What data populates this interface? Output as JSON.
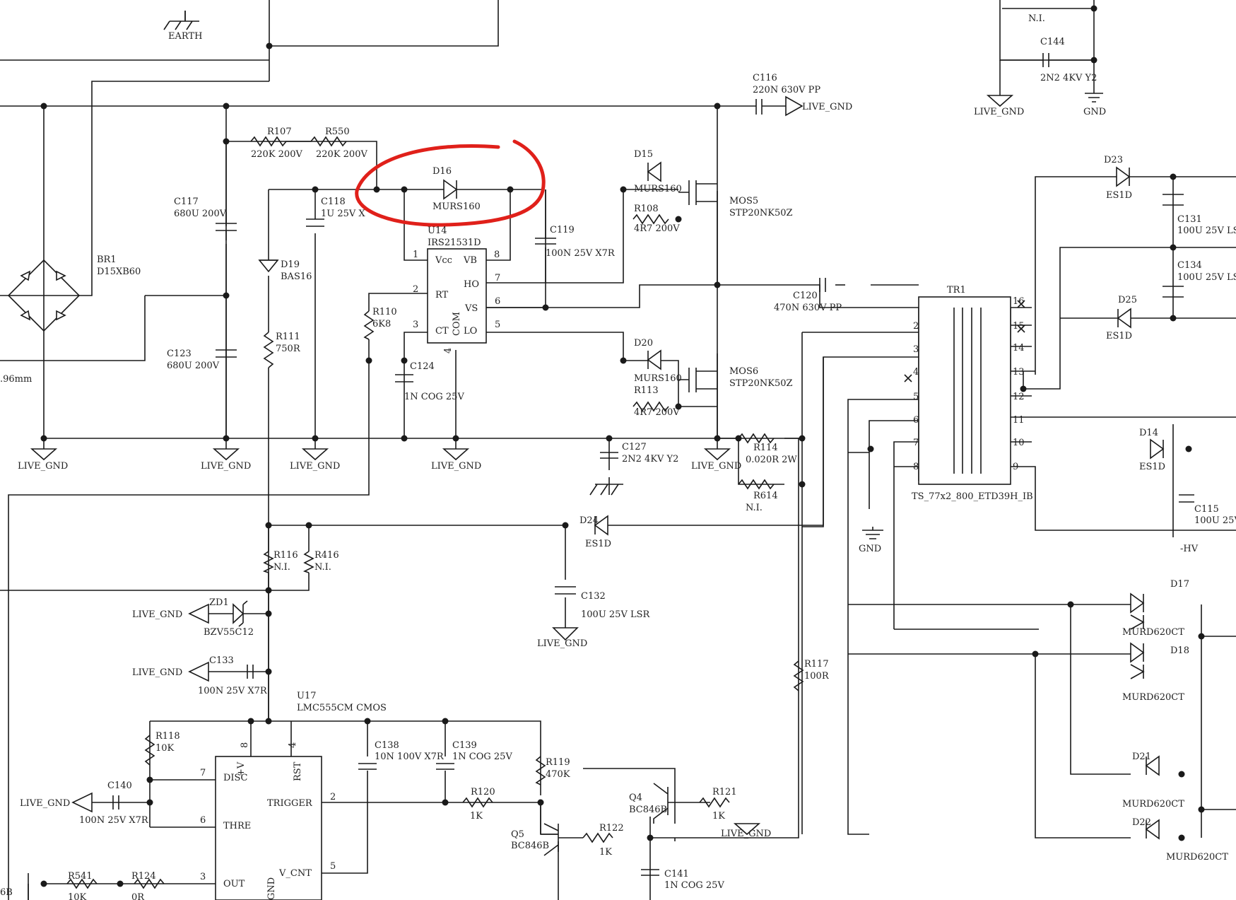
{
  "labels": {
    "earth": "EARTH",
    "ni_top": "N.I.",
    "c144": "C144",
    "c144_val": "2N2 4KV Y2",
    "live_gnd": "LIVE_GND",
    "gnd": "GND",
    "c116": "C116",
    "c116_val": "220N 630V PP",
    "r107": "R107",
    "r107_val": "220K 200V",
    "r550": "R550",
    "r550_val": "220K 200V",
    "d15": "D15",
    "d15_val": "MURS160",
    "r108": "R108",
    "r108_val": "4R7 200V",
    "mos5": "MOS5",
    "mos5_val": "STP20NK50Z",
    "d16": "D16",
    "d16_val": "MURS160",
    "c117": "C117",
    "c117_val": "680U 200V",
    "c118": "C118",
    "c118_val": "1U 25V X",
    "u14": "U14",
    "u14_val": "IRS21531D",
    "u14_vcc": "Vcc",
    "u14_vb": "VB",
    "u14_ho": "HO",
    "u14_rt": "RT",
    "u14_vs": "VS",
    "u14_ct": "CT",
    "u14_com": "COM",
    "u14_lo": "LO",
    "pin1": "1",
    "pin2": "2",
    "pin3": "3",
    "pin4": "4",
    "pin5": "5",
    "pin6": "6",
    "pin7": "7",
    "pin8": "8",
    "c119": "C119",
    "c119_val": "100N 25V X7R",
    "d23": "D23",
    "d23_val": "ES1D",
    "c131": "C131",
    "c131_val": "100U 25V LS",
    "c134": "C134",
    "c134_val": "100U 25V LS",
    "br1": "BR1",
    "br1_val": "D15XB60",
    "d19": "D19",
    "d19_val": "BAS16",
    "r110": "R110",
    "r110_val": "6K8",
    "c120": "C120",
    "c120_val": "470N 630V PP",
    "tr1": "TR1",
    "tr1_val": "TS_77x2_800_ETD39H_IB",
    "tr_p2": "2",
    "tr_p3": "3",
    "tr_p4": "4",
    "tr_p5": "5",
    "tr_p6": "6",
    "tr_p7": "7",
    "tr_p8": "8",
    "tr_s16": "16",
    "tr_s15": "15",
    "tr_s14": "14",
    "tr_s13": "13",
    "tr_s12": "12",
    "tr_s11": "11",
    "tr_s10": "10",
    "tr_s9": "9",
    "d25": "D25",
    "d25_val": "ES1D",
    "r111": "R111",
    "r111_val": "750R",
    "c123": "C123",
    "c123_val": "680U 200V",
    "dim_label": ".96mm",
    "c124": "C124",
    "c124_val": "1N COG 25V",
    "d20": "D20",
    "d20_val": "MURS160",
    "r113": "R113",
    "r113_val": "4R7 200V",
    "mos6": "MOS6",
    "mos6_val": "STP20NK50Z",
    "c127": "C127",
    "c127_val": "2N2 4KV Y2",
    "r114": "R114",
    "r114_val": "0.020R 2W",
    "r614": "R614",
    "r614_val": "N.I.",
    "d14": "D14",
    "d14_val": "ES1D",
    "c115": "C115",
    "c115_val": "100U 25V",
    "hv": "-HV",
    "d24": "D24",
    "d24_val": "ES1D",
    "r116": "R116",
    "r116_val": "N.I.",
    "r416": "R416",
    "r416_val": "N.I.",
    "c132": "C132",
    "c132_val": "100U 25V LSR",
    "d17": "D17",
    "d17_val": "MURD620CT",
    "zd1": "ZD1",
    "zd1_val": "BZV55C12",
    "d18": "D18",
    "d18_val": "MURD620CT",
    "c133": "C133",
    "c133_val": "100N 25V X7R",
    "r117": "R117",
    "r117_val": "100R",
    "u17": "U17",
    "u17_val": "LMC555CM CMOS",
    "u17_disc": "DISC",
    "u17_v": "+V",
    "u17_rst": "RST",
    "u17_trig": "TRIGGER",
    "u17_thre": "THRE",
    "u17_vcnt": "V_CNT",
    "u17_out": "OUT",
    "u17_gnd": "GND",
    "r118": "R118",
    "r118_val": "10K",
    "c138": "C138",
    "c138_val": "10N 100V X7R",
    "c139": "C139",
    "c139_val": "1N COG 25V",
    "r119": "R119",
    "r119_val": "470K",
    "d21": "D21",
    "d21_val": "MURD620CT",
    "c140": "C140",
    "c140_val": "100N 25V X7R",
    "r120": "R120",
    "r120_val": "1K",
    "q4": "Q4",
    "q4_val": "BC846B",
    "r121": "R121",
    "r121_val": "1K",
    "d22": "D22",
    "d22_val": "MURD620CT",
    "q5": "Q5",
    "q5_val": "BC846B",
    "r122": "R122",
    "r122_val": "1K",
    "c141": "C141",
    "c141_val": "1N COG 25V",
    "r541": "R541",
    "r541_val": "10K",
    "r124": "R124",
    "r124_val": "0R",
    "q6_partial": "6B"
  }
}
